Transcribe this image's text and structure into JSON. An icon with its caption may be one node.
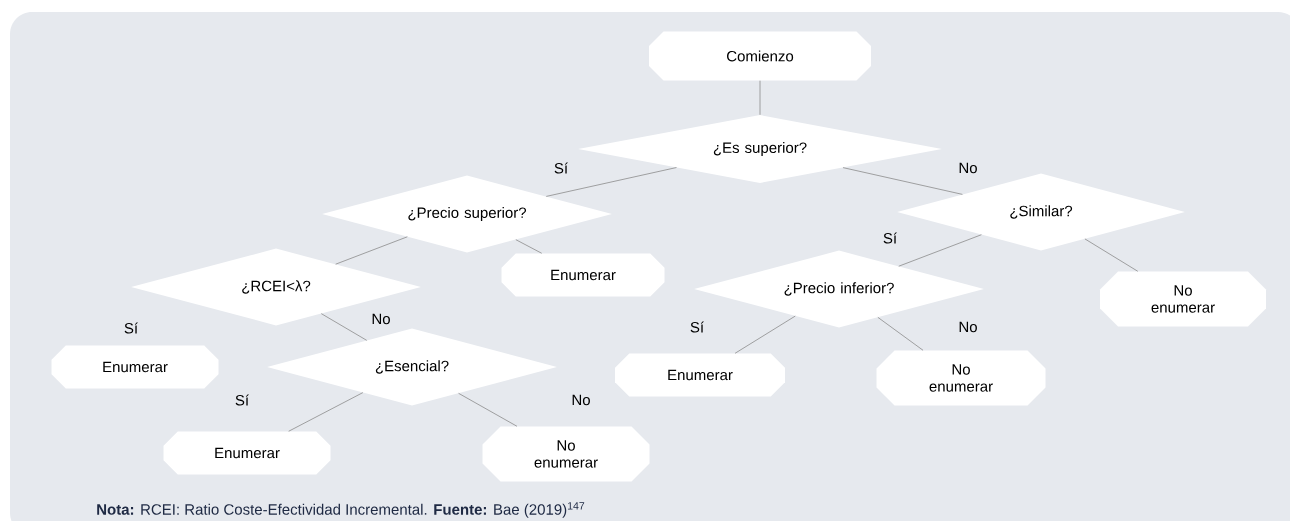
{
  "diagram": {
    "caption": "**Nota:** RCEI: Ratio Coste-Efectividad Incremental. **Fuente:** Bae (2019)$^{147}$",
    "nodes": [
      {
        "text": [
          "Comienzo"
        ]
      },
      {
        "text": [
          "¿Es superior?"
        ]
      },
      {
        "text": [
          "¿Precio superior?"
        ]
      },
      {
        "text": [
          "¿Similar?"
        ]
      },
      {
        "text": [
          "Enumerar"
        ]
      },
      {
        "text": [
          "¿RCEI<λ?"
        ]
      },
      {
        "text": [
          "¿Precio inferior?"
        ]
      },
      {
        "text": [
          "No enumerar"
        ]
      },
      {
        "text": [
          "Enumerar"
        ]
      },
      {
        "text": [
          "¿Esencial?"
        ]
      },
      {
        "text": [
          "Enumerar"
        ]
      },
      {
        "text": [
          "No enumerar"
        ]
      },
      {
        "text": [
          "Enumerar"
        ]
      },
      {
        "text": [
          "No enumerar"
        ]
      }
    ],
    "edges": [
      {
        "from": 0,
        "to": 1,
        "arrow": "none"
      },
      {
        "from": 1,
        "to": 2,
        "arrow": "none",
        "label": "Sí"
      },
      {
        "from": 1,
        "to": 3,
        "arrow": "none",
        "label": "No"
      },
      {
        "from": 2,
        "to": 5,
        "arrow": "none"
      },
      {
        "from": 2,
        "to": 4,
        "arrow": "none"
      },
      {
        "from": 3,
        "to": 6,
        "arrow": "none",
        "label": "Sí"
      },
      {
        "from": 3,
        "to": 7,
        "arrow": "none"
      },
      {
        "from": 5,
        "to": 9,
        "arrow": "none",
        "label": "No"
      },
      {
        "from": 6,
        "to": 10,
        "arrow": "none",
        "label": "Sí"
      },
      {
        "from": 6,
        "to": 11,
        "arrow": "none",
        "label": "No"
      },
      {
        "from": 9,
        "to": 12,
        "arrow": "none",
        "label": "Sí"
      },
      {
        "from": 9,
        "to": 13,
        "arrow": "none",
        "label": "No"
      }
    ],
    "labels": [
      "Sí"
    ]
  }
}
